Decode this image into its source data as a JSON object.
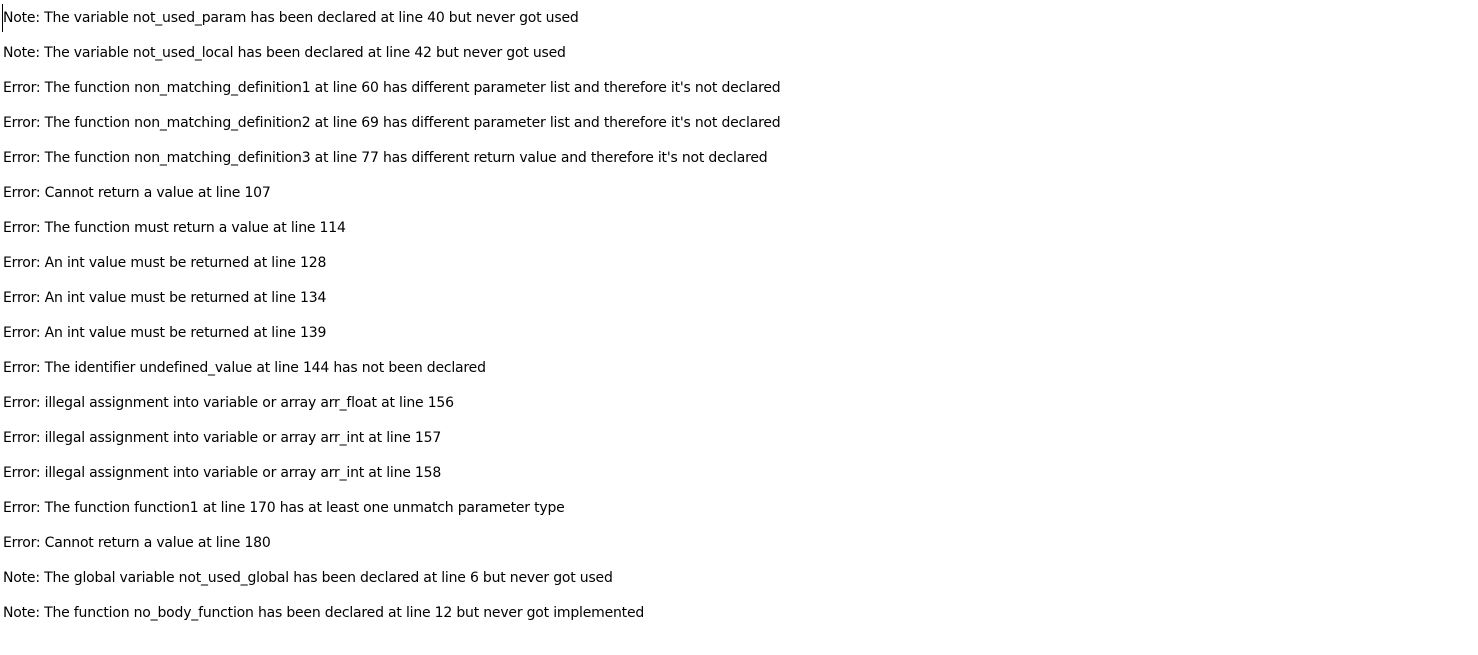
{
  "log": {
    "lines": [
      "Note: The variable not_used_param has been declared at line 40 but never got used",
      "Note: The variable not_used_local has been declared at line 42 but never got used",
      "Error: The function non_matching_definition1 at line 60 has different parameter list and therefore it's not declared",
      "Error: The function non_matching_definition2 at line 69 has different parameter list and therefore it's not declared",
      "Error: The function non_matching_definition3 at line 77 has different return value and therefore it's not declared",
      "Error: Cannot return a value at line 107",
      "Error: The function must return a value at line 114",
      "Error: An int value must be returned at line 128",
      "Error: An int value must be returned at line 134",
      "Error: An int value must be returned at line 139",
      "Error: The identifier undefined_value at line 144 has not been declared",
      "Error: illegal assignment into variable or array arr_float at line 156",
      "Error: illegal assignment into variable or array arr_int at line 157",
      "Error: illegal assignment into variable or array arr_int at line 158",
      "Error: The function function1 at line 170 has at least one unmatch parameter type",
      "Error: Cannot return a value at line 180",
      "Note: The global variable not_used_global has been declared at line 6 but never got used",
      "Note: The function no_body_function has been declared at line 12 but never got implemented"
    ]
  }
}
